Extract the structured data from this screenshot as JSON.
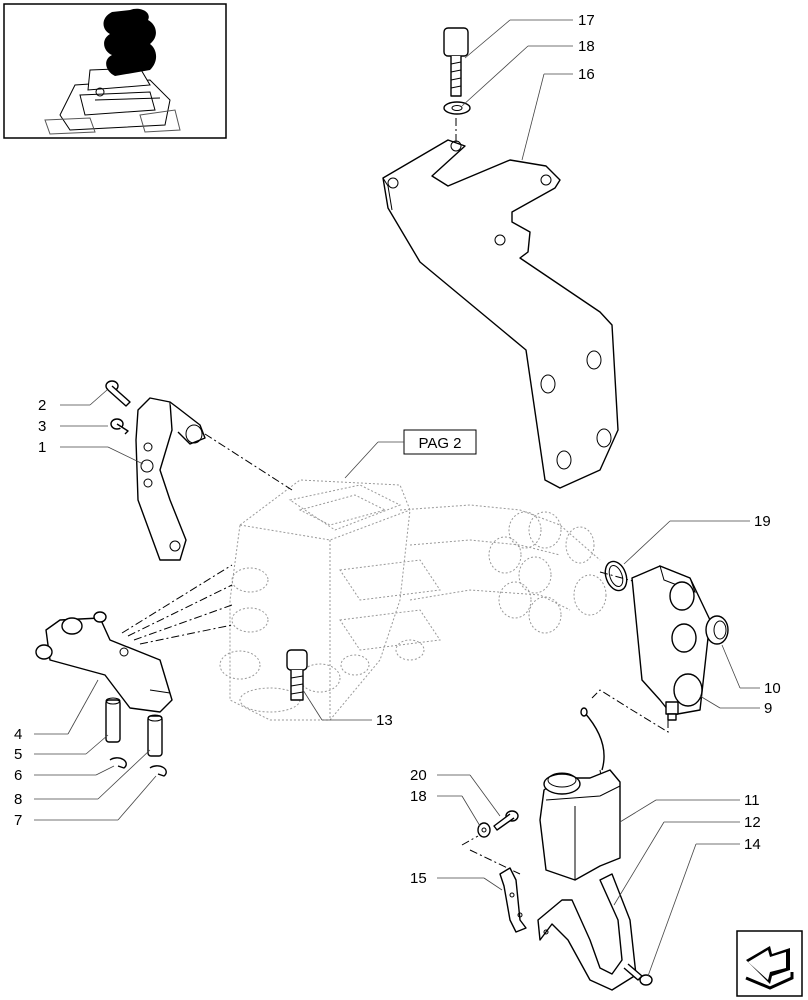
{
  "reference_label": "PAG 2",
  "callouts": [
    {
      "id": "c17",
      "text": "17"
    },
    {
      "id": "c18a",
      "text": "18"
    },
    {
      "id": "c16",
      "text": "16"
    },
    {
      "id": "c2",
      "text": "2"
    },
    {
      "id": "c3",
      "text": "3"
    },
    {
      "id": "c1",
      "text": "1"
    },
    {
      "id": "c19",
      "text": "19"
    },
    {
      "id": "c10",
      "text": "10"
    },
    {
      "id": "c9",
      "text": "9"
    },
    {
      "id": "c4",
      "text": "4"
    },
    {
      "id": "c5",
      "text": "5"
    },
    {
      "id": "c6",
      "text": "6"
    },
    {
      "id": "c8",
      "text": "8"
    },
    {
      "id": "c7",
      "text": "7"
    },
    {
      "id": "c13",
      "text": "13"
    },
    {
      "id": "c20",
      "text": "20"
    },
    {
      "id": "c18b",
      "text": "18"
    },
    {
      "id": "c11",
      "text": "11"
    },
    {
      "id": "c12",
      "text": "12"
    },
    {
      "id": "c14",
      "text": "14"
    },
    {
      "id": "c15",
      "text": "15"
    }
  ],
  "icons": {
    "thumbnail": "tractor-locator-icon",
    "navigation": "page-turn-arrow-icon"
  }
}
